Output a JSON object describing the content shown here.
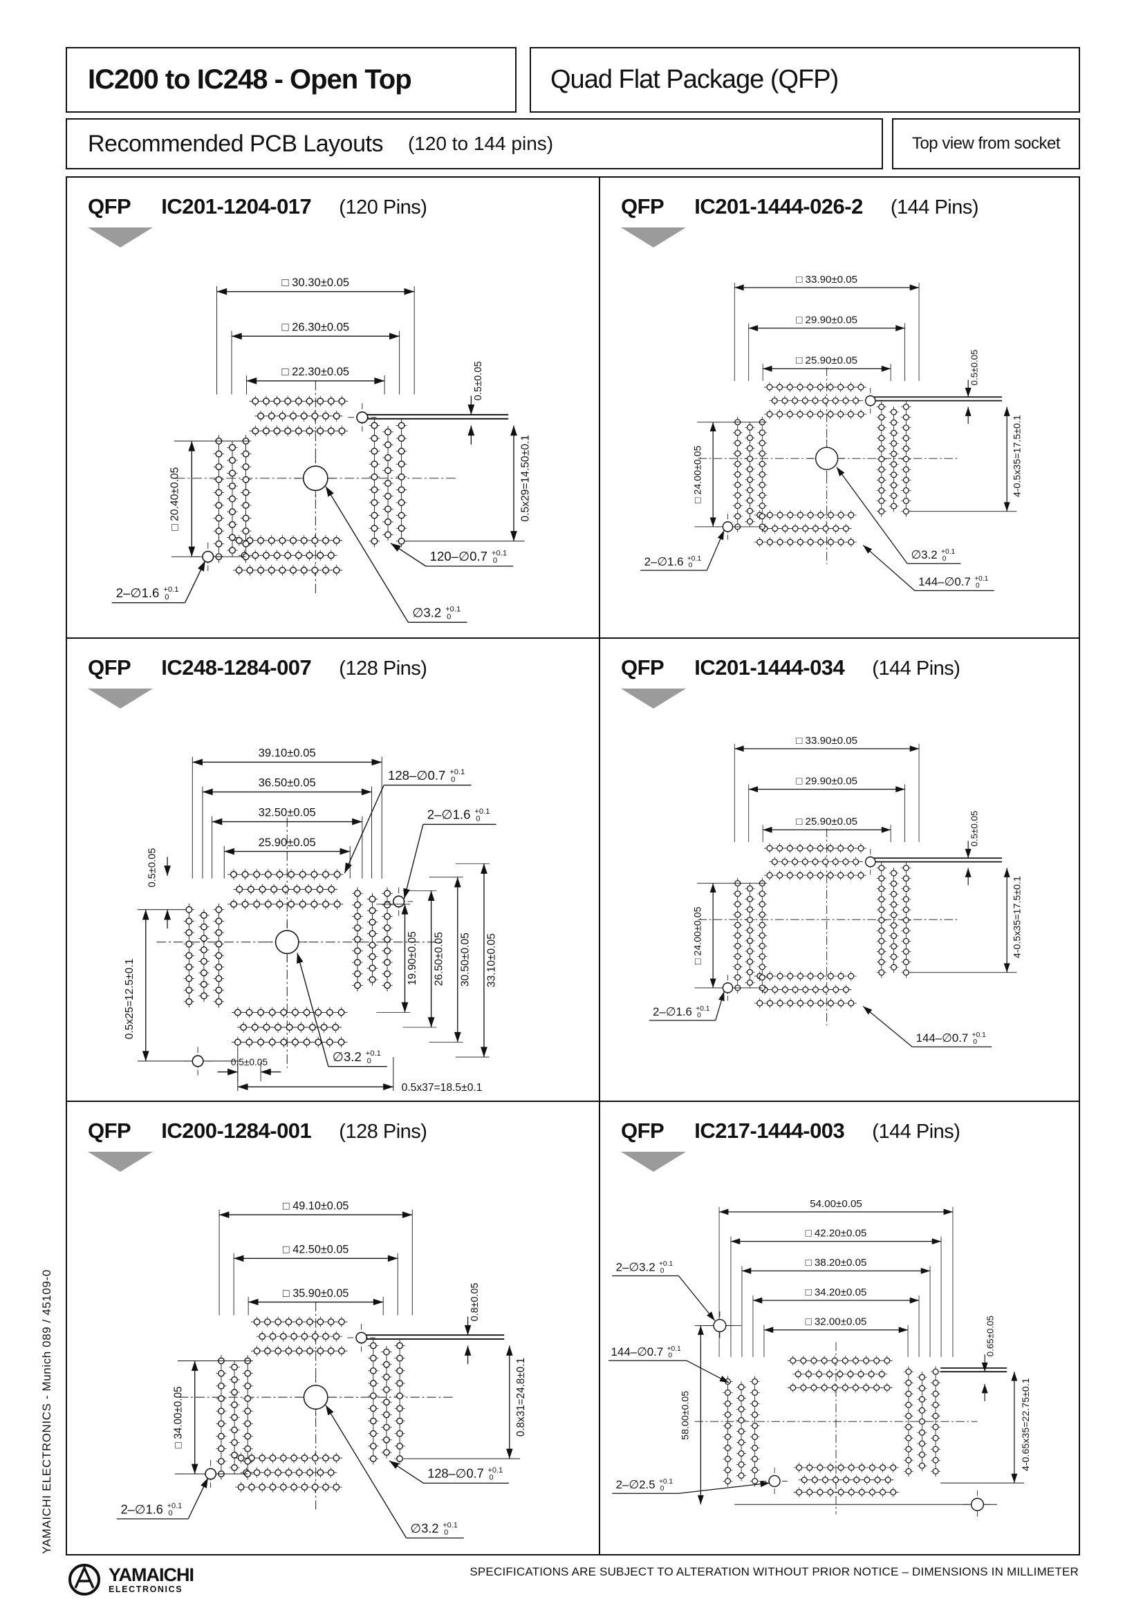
{
  "header": {
    "title": "IC200 to IC248  - Open Top",
    "package": "Quad Flat Package (QFP)",
    "subtitle": "Recommended PCB Layouts",
    "subtitle_range": "(120 to 144 pins)",
    "view_note": "Top view from socket"
  },
  "sidebar": {
    "vertical_text": "YAMAICHI ELECTRONICS   -   Munich 089 / 45109-0"
  },
  "footer": {
    "logo_line1": "YAMAICHI",
    "logo_line2": "ELECTRONICS",
    "note": "SPECIFICATIONS ARE SUBJECT TO ALTERATION WITHOUT PRIOR NOTICE   –   DIMENSIONS IN MILLIMETER"
  },
  "panels": [
    {
      "family": "QFP",
      "part": "IC201-1204-017",
      "pins": "(120 Pins)",
      "top_dims": [
        "□ 30.30±0.05",
        "□ 26.30±0.05",
        "□ 22.30±0.05"
      ],
      "left_dims": [
        "□ 20.40±0.05"
      ],
      "right_dims": [
        "0.5±0.05",
        "0.5x29=14.50±0.1"
      ],
      "bottom_dims": [],
      "leaders": [
        {
          "text": "2–∅1.6",
          "tol_top": "+0.1",
          "tol_bottom": "0"
        },
        {
          "text": "120–∅0.7",
          "tol_top": "+0.1",
          "tol_bottom": "0"
        },
        {
          "text": "∅3.2",
          "tol_top": "+0.1",
          "tol_bottom": "0"
        }
      ]
    },
    {
      "family": "QFP",
      "part": "IC201-1444-026-2",
      "pins": "(144 Pins)",
      "top_dims": [
        "□ 33.90±0.05",
        "□ 29.90±0.05",
        "□ 25.90±0.05"
      ],
      "left_dims": [
        "□ 24.00±0.05"
      ],
      "right_dims": [
        "0.5±0.05",
        "4-0.5x35=17.5±0.1"
      ],
      "bottom_dims": [],
      "leaders": [
        {
          "text": "2–∅1.6",
          "tol_top": "+0.1",
          "tol_bottom": "0"
        },
        {
          "text": "∅3.2",
          "tol_top": "+0.1",
          "tol_bottom": "0"
        },
        {
          "text": "144–∅0.7",
          "tol_top": "+0.1",
          "tol_bottom": "0"
        }
      ]
    },
    {
      "family": "QFP",
      "part": "IC248-1284-007",
      "pins": "(128 Pins)",
      "top_dims": [
        "39.10±0.05",
        "36.50±0.05",
        "32.50±0.05",
        "25.90±0.05"
      ],
      "left_dims": [
        "0.5±0.05",
        "0.5x25=12.5±0.1"
      ],
      "right_dims": [
        "19.90±0.05",
        "26.50±0.05",
        "30.50±0.05",
        "33.10±0.05"
      ],
      "bottom_dims": [
        "0.5±0.05",
        "0.5x37=18.5±0.1"
      ],
      "leaders": [
        {
          "text": "128–∅0.7",
          "tol_top": "+0.1",
          "tol_bottom": "0"
        },
        {
          "text": "2–∅1.6",
          "tol_top": "+0.1",
          "tol_bottom": "0"
        },
        {
          "text": "∅3.2",
          "tol_top": "+0.1",
          "tol_bottom": "0"
        }
      ]
    },
    {
      "family": "QFP",
      "part": "IC201-1444-034",
      "pins": "(144 Pins)",
      "top_dims": [
        "□ 33.90±0.05",
        "□ 29.90±0.05",
        "□ 25.90±0.05"
      ],
      "left_dims": [
        "□ 24.00±0.05"
      ],
      "right_dims": [
        "0.5±0.05",
        "4-0.5x35=17.5±0.1"
      ],
      "bottom_dims": [],
      "leaders": [
        {
          "text": "2–∅1.6",
          "tol_top": "+0.1",
          "tol_bottom": "0"
        },
        {
          "text": "144–∅0.7",
          "tol_top": "+0.1",
          "tol_bottom": "0"
        }
      ]
    },
    {
      "family": "QFP",
      "part": "IC200-1284-001",
      "pins": "(128 Pins)",
      "top_dims": [
        "□ 49.10±0.05",
        "□ 42.50±0.05",
        "□ 35.90±0.05"
      ],
      "left_dims": [
        "□ 34.00±0.05"
      ],
      "right_dims": [
        "0.8±0.05",
        "0.8x31=24.8±0.1"
      ],
      "bottom_dims": [],
      "leaders": [
        {
          "text": "2–∅1.6",
          "tol_top": "+0.1",
          "tol_bottom": "0"
        },
        {
          "text": "128–∅0.7",
          "tol_top": "+0.1",
          "tol_bottom": "0"
        },
        {
          "text": "∅3.2",
          "tol_top": "+0.1",
          "tol_bottom": "0"
        }
      ]
    },
    {
      "family": "QFP",
      "part": "IC217-1444-003",
      "pins": "(144 Pins)",
      "top_dims": [
        "54.00±0.05",
        "□ 42.20±0.05",
        "□ 38.20±0.05",
        "□ 34.20±0.05",
        "□ 32.00±0.05"
      ],
      "left_dims": [
        "58.00±0.05"
      ],
      "right_dims": [
        "0.65±0.05",
        "4-0.65x35=22.75±0.1"
      ],
      "bottom_dims": [],
      "leaders": [
        {
          "text": "2–∅3.2",
          "tol_top": "+0.1",
          "tol_bottom": "0"
        },
        {
          "text": "144–∅0.7",
          "tol_top": "+0.1",
          "tol_bottom": "0"
        },
        {
          "text": "2–∅2.5",
          "tol_top": "+0.1",
          "tol_bottom": "0"
        }
      ]
    }
  ]
}
